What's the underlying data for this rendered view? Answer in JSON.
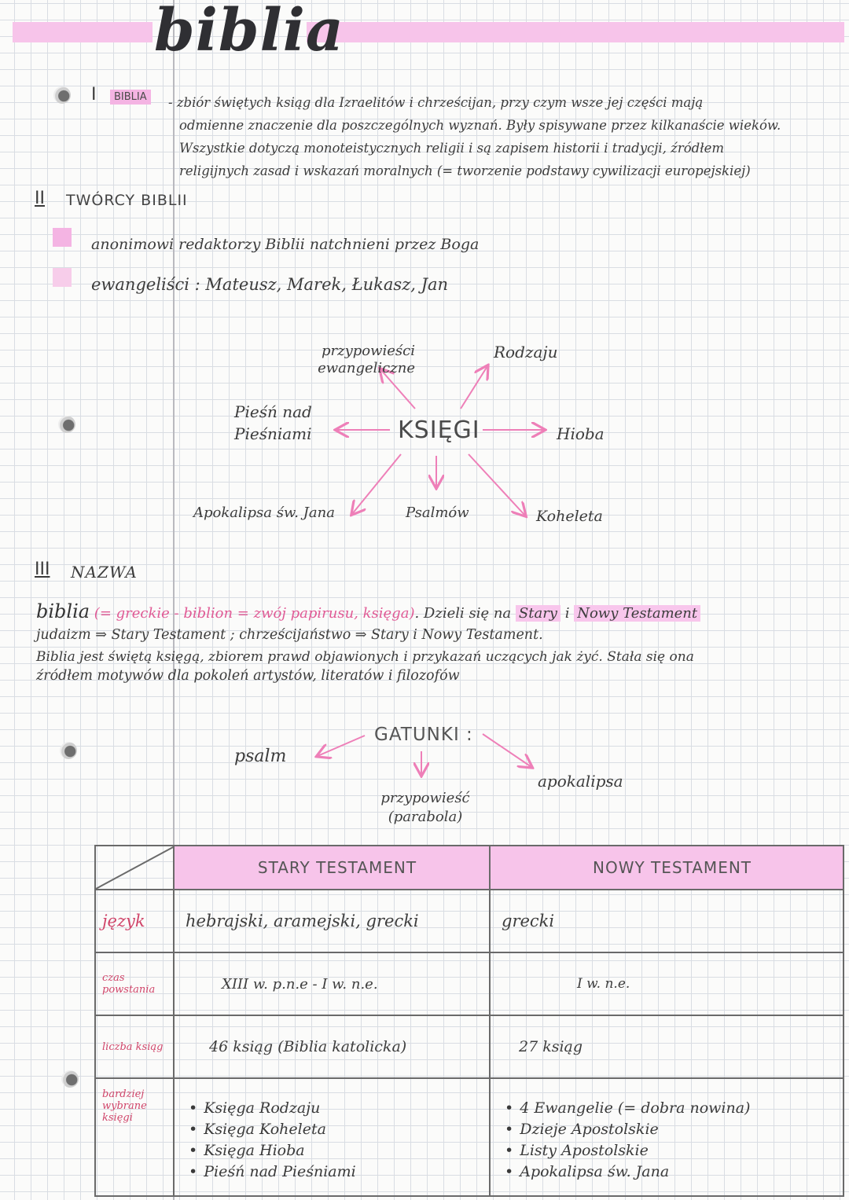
{
  "title": "biblia",
  "section1": {
    "numeral": "I",
    "tag": "BIBLIA",
    "definition": [
      "- zbiór świętych ksiąg dla Izraelitów i chrześcijan, przy czym wsze jej części mają",
      "odmienne znaczenie dla poszczególnych wyznań. Były spisywane przez kilkanaście wieków.",
      "Wszystkie dotyczą monoteistycznych religii i są zapisem historii i tradycji, źródłem",
      "religijnych zasad i wskazań moralnych (= tworzenie podstawy cywilizacji europejskiej)"
    ]
  },
  "section2": {
    "numeral": "II",
    "heading": "TWÓRCY BIBLII",
    "bullets": [
      "anonimowi redaktorzy Biblii natchnieni przez Boga",
      "ewangeliści : Mateusz, Marek, Łukasz, Jan"
    ]
  },
  "books_diagram": {
    "center": "KSIĘGI",
    "items": [
      "przypowieści ewangeliczne",
      "Rodzaju",
      "Pieśń nad Pieśniami",
      "Hioba",
      "Apokalipsa św. Jana",
      "Psalmów",
      "Koheleta"
    ]
  },
  "section3": {
    "numeral": "III",
    "heading": "NAZWA",
    "word": "biblia",
    "etymology": "(= greckie - biblion = zwój papirusu, księga)",
    "lines": [
      ". Dzieli się na",
      "judaizm ⇒ Stary Testament ; chrześcijaństwo ⇒ Stary i Nowy Testament.",
      "Biblia jest świętą księgą, zbiorem prawd objawionych i przykazań uczących jak żyć. Stała się ona",
      "źródłem motywów dla pokoleń artystów, literatów i filozofów"
    ],
    "old": "Stary",
    "and": "i",
    "new": "Nowy Testament"
  },
  "genres_diagram": {
    "center": "GATUNKI :",
    "items": [
      "psalm",
      "przypowieść (parabola)",
      "apokalipsa"
    ]
  },
  "table": {
    "headers": [
      "STARY TESTAMENT",
      "NOWY TESTAMENT"
    ],
    "rows": [
      {
        "label": "język",
        "old": "hebrajski, aramejski, grecki",
        "new": "grecki"
      },
      {
        "label": "czas powstania",
        "old": "XIII w. p.n.e - I w. n.e.",
        "new": "I w. n.e."
      },
      {
        "label": "liczba ksiąg",
        "old": "46 ksiąg (Biblia katolicka)",
        "new": "27 ksiąg"
      },
      {
        "label": "bardziej wybrane księgi",
        "old_list": [
          "Księga Rodzaju",
          "Księga Koheleta",
          "Księga Hioba",
          "Pieśń nad Pieśniami"
        ],
        "new_list": [
          "4 Ewangelie (= dobra nowina)",
          "Dzieje Apostolskie",
          "Listy Apostolskie",
          "Apokalipsa św. Jana"
        ]
      }
    ]
  }
}
